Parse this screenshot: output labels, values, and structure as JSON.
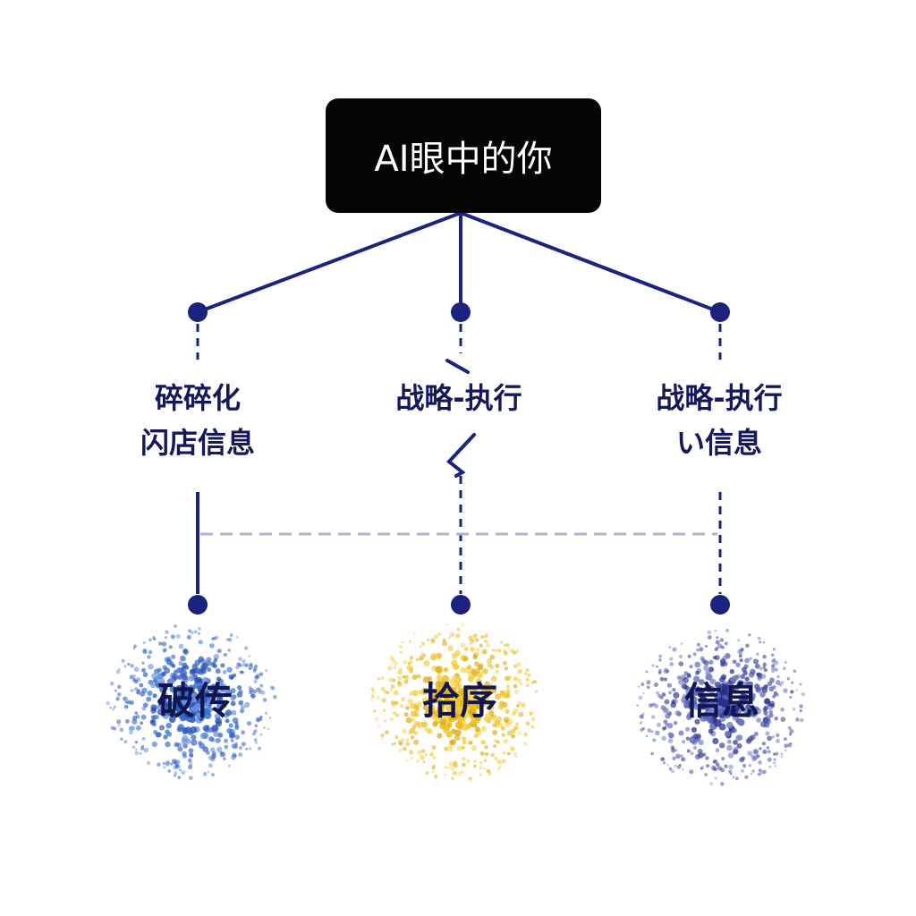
{
  "root": {
    "title": "AI眼中的你"
  },
  "branches": [
    {
      "id": "left",
      "lines": [
        "碎碎化",
        "闪店信息"
      ],
      "result": "破传",
      "cloud_colors": [
        "#1f4fb0",
        "#2f6fd0",
        "#3a5cc0",
        "#6b8fe0"
      ]
    },
    {
      "id": "center",
      "lines": [
        "战略-执行",
        ""
      ],
      "result": "拾序",
      "cloud_colors": [
        "#e8b712",
        "#f2c62a",
        "#d9a80f",
        "#f5d65a"
      ]
    },
    {
      "id": "right",
      "lines": [
        "战略-执行",
        "い信息"
      ],
      "result": "信息",
      "cloud_colors": [
        "#27308a",
        "#3a45a0",
        "#5560b8",
        "#7a82c8"
      ]
    }
  ],
  "colors": {
    "line": "#1a237e",
    "dash_light": "#aab4cc",
    "root_bg": "#050505"
  }
}
